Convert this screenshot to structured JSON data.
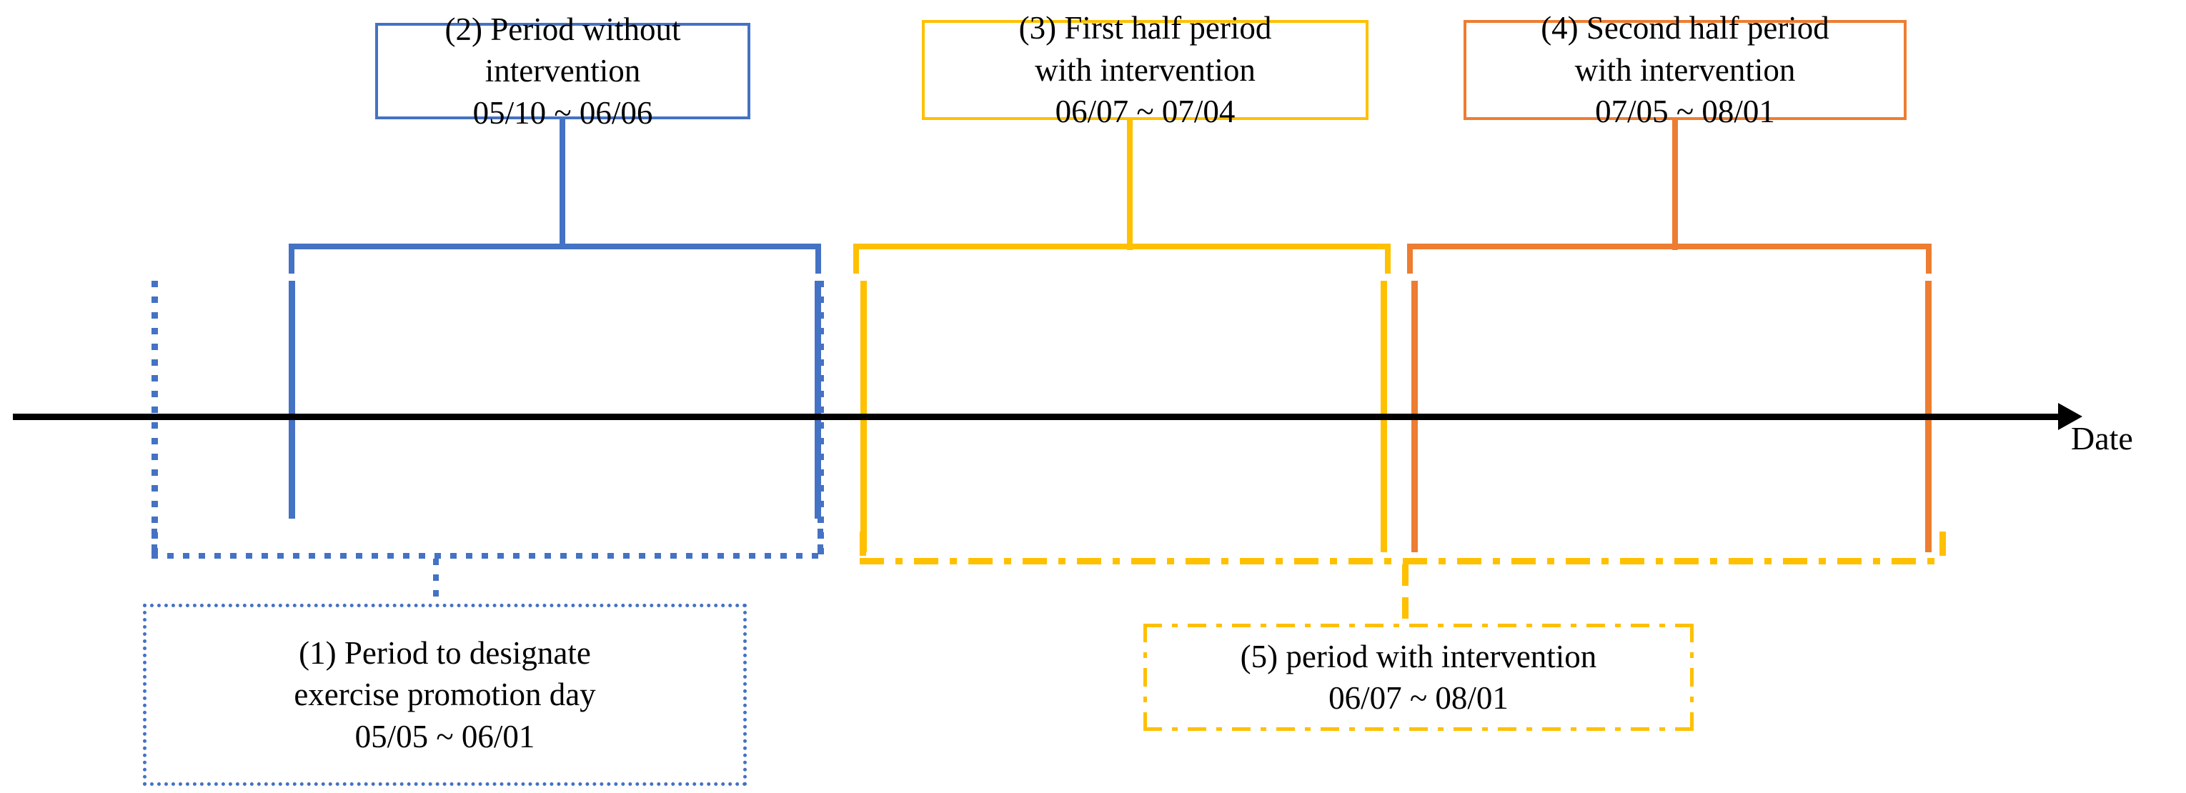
{
  "diagram": {
    "type": "study-period-timeline",
    "axis": {
      "label": "Date",
      "arrow_direction": "right"
    },
    "colors": {
      "blue": "#4472C4",
      "yellow": "#FFC000",
      "orange": "#ED7D31",
      "axis": "#000000"
    },
    "periods": [
      {
        "id": "1",
        "title": "(1) Period to designate\nexercise promotion day",
        "dates": "05/05 ~ 06/01",
        "start": "05/05",
        "end": "06/01",
        "color": "#4472C4",
        "line_style": "dotted",
        "position": "below-axis"
      },
      {
        "id": "2",
        "title": "(2) Period without\nintervention",
        "dates": "05/10 ~ 06/06",
        "start": "05/10",
        "end": "06/06",
        "color": "#4472C4",
        "line_style": "solid",
        "position": "above-axis"
      },
      {
        "id": "3",
        "title": "(3) First half period\nwith intervention",
        "dates": "06/07 ~ 07/04",
        "start": "06/07",
        "end": "07/04",
        "color": "#FFC000",
        "line_style": "solid",
        "position": "above-axis"
      },
      {
        "id": "4",
        "title": "(4) Second half period\nwith intervention",
        "dates": "07/05 ~ 08/01",
        "start": "07/05",
        "end": "08/01",
        "color": "#ED7D31",
        "line_style": "solid",
        "position": "above-axis"
      },
      {
        "id": "5",
        "title": "(5) period with intervention",
        "dates": "06/07 ~ 08/01",
        "start": "06/07",
        "end": "08/01",
        "color": "#FFC000",
        "line_style": "dash-dot",
        "position": "below-axis"
      }
    ]
  }
}
